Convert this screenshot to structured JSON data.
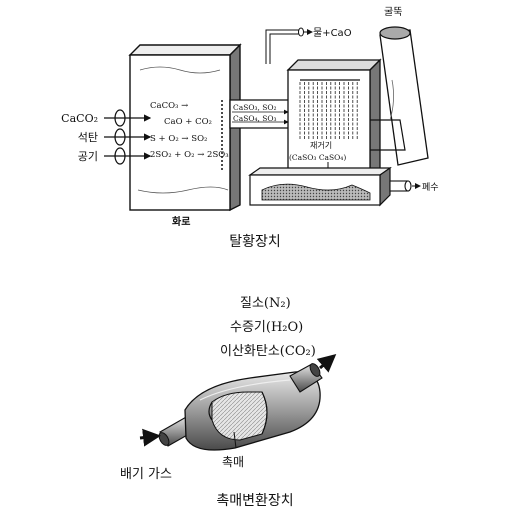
{
  "desulfurization": {
    "caption": "탈황장치",
    "chimney": "굴뚝",
    "water_input": "물+CaO",
    "wastewater": "폐수",
    "furnace": "화로",
    "inputs": [
      "CaCO₂",
      "석탄",
      "공기"
    ],
    "reactions": [
      "CaCO₃ →",
      "CaO + CO₂",
      "S + O₂ → SO₂",
      "2SO₂ + O₂ → 2SO₃"
    ],
    "duct_labels": [
      "CaSO₃, SO₂",
      "CaSO₄, SO₃"
    ],
    "ash_label": "재거기",
    "ash_compounds": "(CaSO₃ CaSO₄)"
  },
  "catalytic_converter": {
    "caption": "촉매변환장치",
    "outputs": [
      "질소(N₂)",
      "수증기(H₂O)",
      "이산화탄소(CO₂)"
    ],
    "exhaust_label": "배기 가스",
    "catalyst_label": "촉매"
  },
  "colors": {
    "ink": "#111111",
    "paper": "#ffffff",
    "shade": "#cfcfcf",
    "dark": "#555555"
  }
}
